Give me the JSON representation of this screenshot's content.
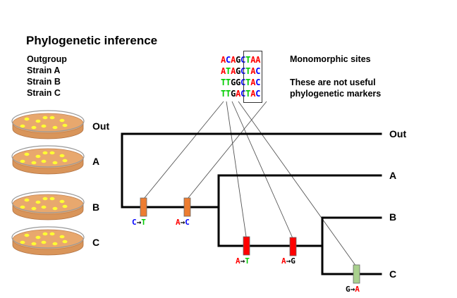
{
  "title": "Phylogenetic inference",
  "strains": [
    "Outgroup",
    "Strain A",
    "Strain B",
    "Strain C"
  ],
  "colors": {
    "A": "#ff0000",
    "C": "#0000ff",
    "G": "#000000",
    "T": "#00cc00",
    "orange_marker": "#ed7d31",
    "red_marker": "#ff0000",
    "green_marker": "#a9d18e",
    "dish_agar": "#e8a86e",
    "colony": "#ffff33"
  },
  "sequences": [
    {
      "strain": "Outgroup",
      "seq": "ACAGCTAA"
    },
    {
      "strain": "Strain A",
      "seq": "ATAGCTAC"
    },
    {
      "strain": "Strain B",
      "seq": "TTGGCTAC"
    },
    {
      "strain": "Strain C",
      "seq": "TTGACTAC"
    }
  ],
  "notes": {
    "monomorphic": "Monomorphic sites",
    "not_useful_line1": "These are not useful",
    "not_useful_line2": "phylogenetic markers"
  },
  "dishes": [
    {
      "label": "Out"
    },
    {
      "label": "A"
    },
    {
      "label": "B"
    },
    {
      "label": "C"
    }
  ],
  "tree": {
    "leaves": [
      "Out",
      "A",
      "B",
      "C"
    ]
  },
  "mutations": [
    {
      "from": "C",
      "to": "T",
      "marker": "orange",
      "branch": "root-to-ABC"
    },
    {
      "from": "A",
      "to": "C",
      "marker": "orange",
      "branch": "root-to-ABC"
    },
    {
      "from": "A",
      "to": "T",
      "marker": "red",
      "branch": "ABC-to-BC"
    },
    {
      "from": "A",
      "to": "G",
      "marker": "red",
      "branch": "ABC-to-BC"
    },
    {
      "from": "G",
      "to": "A",
      "marker": "green",
      "branch": "BC-to-C"
    }
  ],
  "arrow_glyph": "→"
}
